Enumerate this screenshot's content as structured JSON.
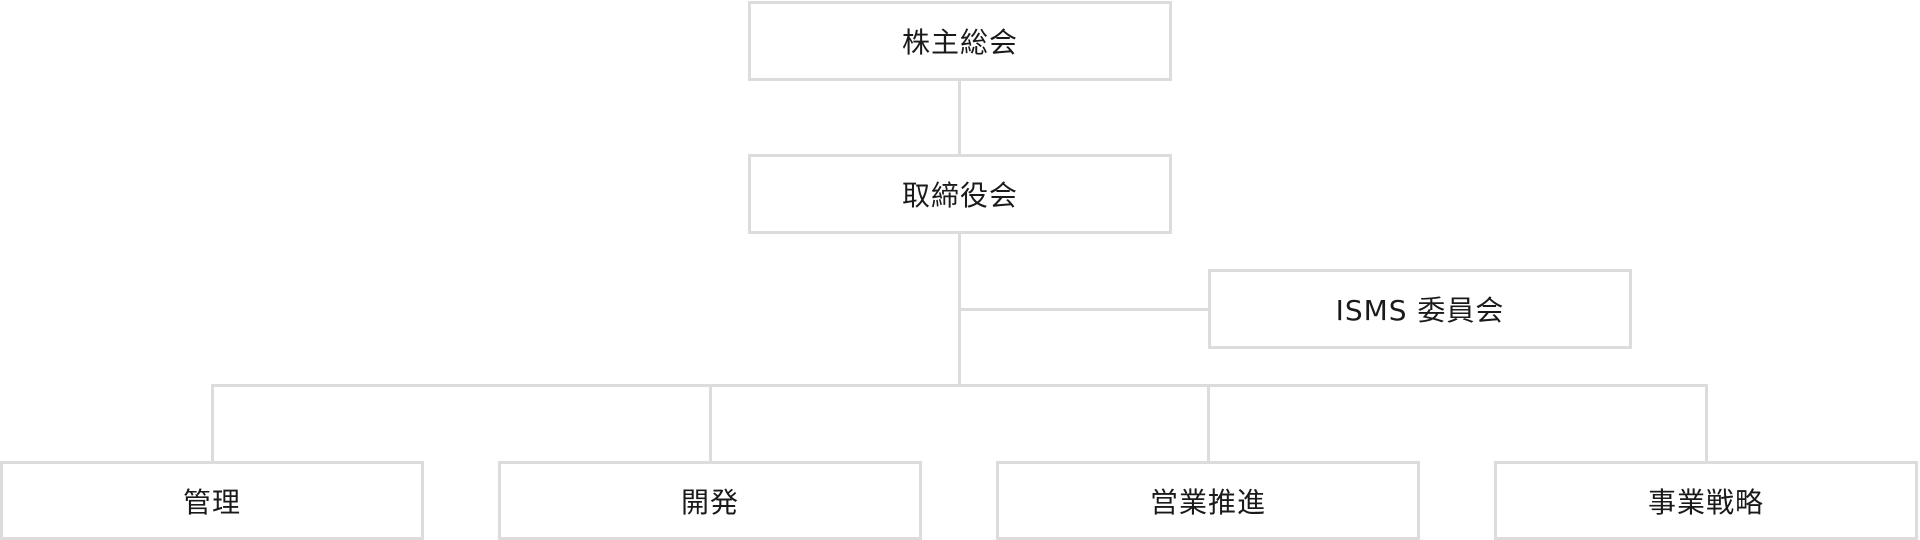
{
  "nodes": {
    "shareholders_meeting": "株主総会",
    "board_of_directors": "取締役会",
    "isms_committee": "ISMS 委員会",
    "administration": "管理",
    "development": "開発",
    "sales_promotion": "営業推進",
    "business_strategy": "事業戦略"
  },
  "colors": {
    "line": "#dcdcdc",
    "box_border": "#dcdcdc",
    "text": "#1a1a1a",
    "background": "#ffffff"
  }
}
